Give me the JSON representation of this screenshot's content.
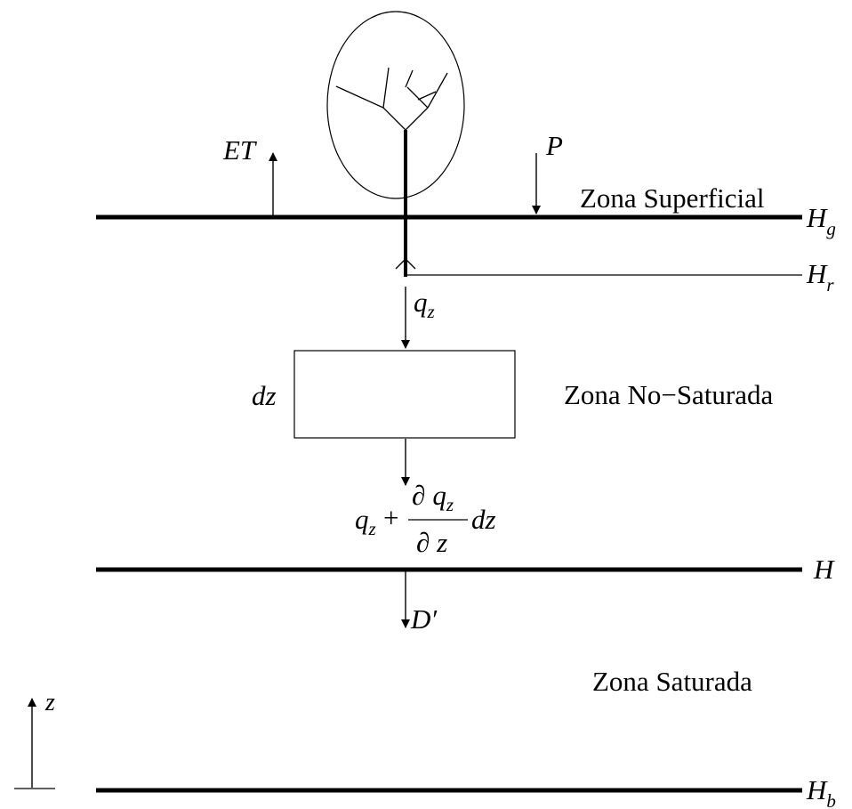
{
  "zones": {
    "surface": "Zona Superficial",
    "unsaturated": "Zona No−Saturada",
    "saturated": "Zona Saturada"
  },
  "levels": {
    "ground": {
      "base": "H",
      "sub": "g"
    },
    "roots": {
      "base": "H",
      "sub": "r"
    },
    "water_table": {
      "base": "H",
      "sub": ""
    },
    "bottom": {
      "base": "H",
      "sub": "b"
    }
  },
  "fluxes": {
    "evapotranspiration": "ET",
    "precipitation": "P",
    "inflow": {
      "base": "q",
      "sub": "z"
    },
    "outflow": {
      "base": "q",
      "sub": "z",
      "plus": "+",
      "numerator_partial": "∂",
      "numerator_var": "q",
      "numerator_sub": "z",
      "denominator": "∂ z",
      "factor": "dz"
    },
    "drainage": "D′"
  },
  "element": {
    "thickness": "dz"
  },
  "axis": {
    "label": "z"
  },
  "colors": {
    "ink": "#000000",
    "background": "#ffffff"
  }
}
